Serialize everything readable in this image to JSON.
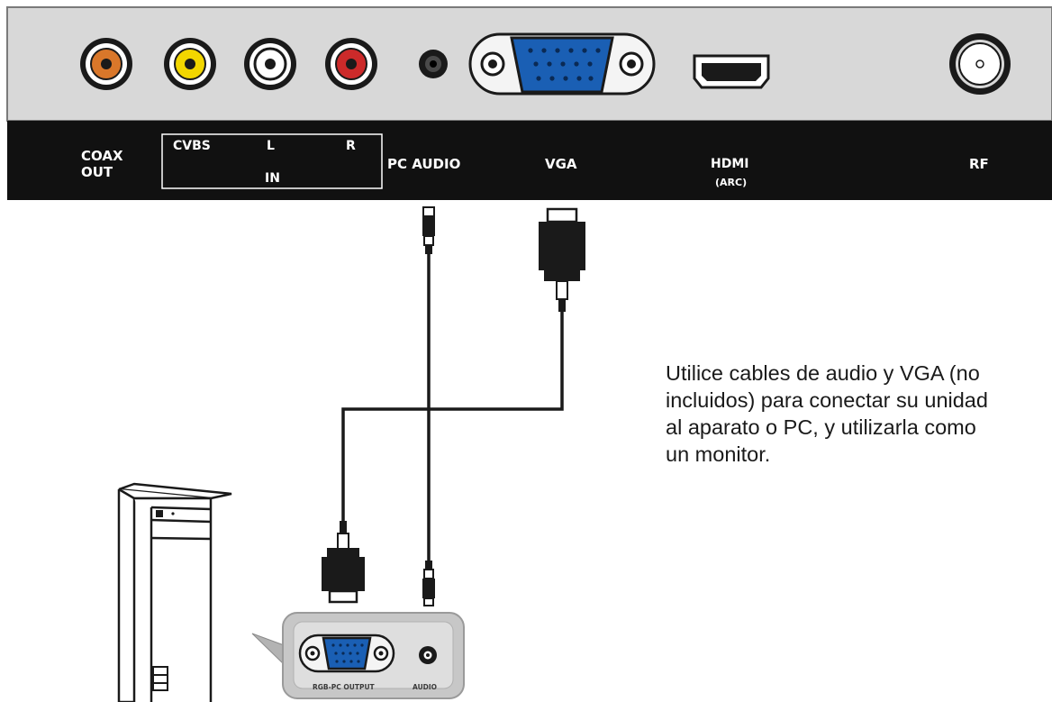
{
  "ports": {
    "coax_out": [
      "COAX",
      "OUT"
    ],
    "cvbs": "CVBS",
    "l": "L",
    "r": "R",
    "in": "IN",
    "pc_audio": "PC AUDIO",
    "vga": "VGA",
    "hdmi": "HDMI",
    "arc": "(ARC)",
    "rf": "RF"
  },
  "pc_panel": {
    "rgb_label": "RGB-PC OUTPUT",
    "audio_label": "AUDIO"
  },
  "caption": [
    "Utilice cables de audio y VGA (no",
    "incluidos) para conectar su unidad",
    "al aparato o PC, y utilizarla como",
    "un monitor."
  ],
  "colors": {
    "coax_jack": "#d9772a",
    "cvbs_jack": "#f2d600",
    "l_jack": "#ffffff",
    "r_jack": "#cc2a2a",
    "vga_port": "#1a5fb4",
    "label_bar": "#111111",
    "tv_panel": "#d8d8d8"
  }
}
